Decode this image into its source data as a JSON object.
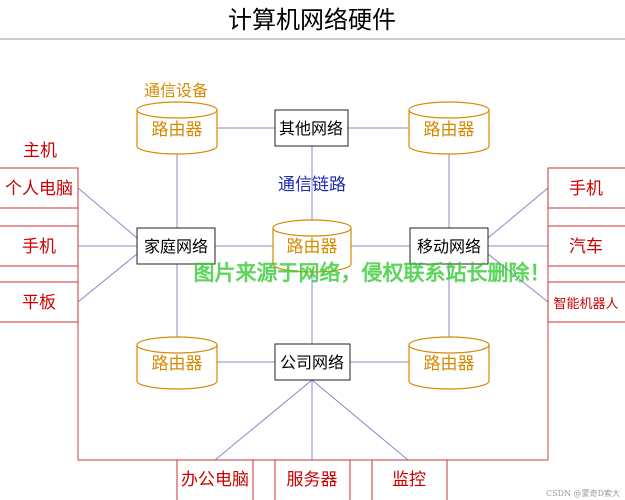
{
  "title": "计算机网络硬件",
  "labels": {
    "comm_devices": "通信设备",
    "comm_links": "通信链路",
    "hosts": "主机"
  },
  "routers": {
    "top_left": "路由器",
    "top_right": "路由器",
    "center": "路由器",
    "bottom_left": "路由器",
    "bottom_right": "路由器"
  },
  "networks": {
    "other": "其他网络",
    "home": "家庭网络",
    "mobile": "移动网络",
    "company": "公司网络"
  },
  "left_hosts": [
    "个人电脑",
    "手机",
    "平板"
  ],
  "right_hosts": [
    "手机",
    "汽车",
    "智能机器人"
  ],
  "bottom_hosts": [
    "办公电脑",
    "服务器",
    "监控"
  ],
  "watermark": "图片来源于网络，侵权联系站长删除！",
  "credit": "CSDN @蒙奇D索大",
  "colors": {
    "router_text": "#d68a00",
    "router_stroke": "#d68a00",
    "host_text": "#cc0000",
    "host_stroke": "#cc3333",
    "link_line": "#8888cc",
    "link_label": "#1e2bb0",
    "watermark": "#33cc33",
    "frame": "#cc4444"
  }
}
